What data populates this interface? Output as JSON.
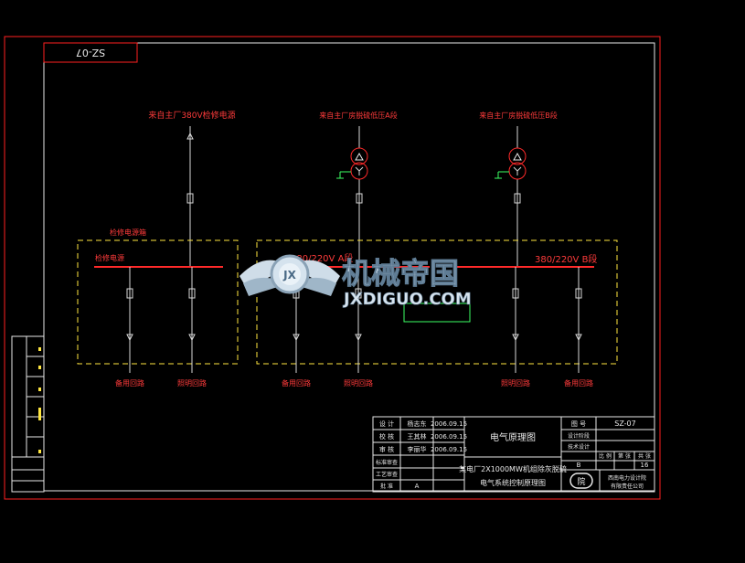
{
  "drawing": {
    "code_corner": "SZ-07",
    "feeds": [
      {
        "label": "来自主厂380V检修电源"
      },
      {
        "label": "来自主厂房脱硫低压A段"
      },
      {
        "label": "来自主厂房脱硫低压B段"
      }
    ],
    "bus_sections": [
      {
        "label": "检修电源",
        "group_label": "检修电源箱"
      },
      {
        "label": "380/220V A段"
      },
      {
        "label": "380/220V B段"
      }
    ],
    "outgoing": [
      "备用回路",
      "照明回路",
      "备用回路",
      "照明回路",
      "照明回路",
      "备用回路"
    ],
    "watermark": {
      "cn": "机械帝国",
      "en": "JXDIGUO.COM",
      "badge": "JX"
    }
  },
  "title_block": {
    "rows": [
      {
        "role": "设 计",
        "name": "杨志东",
        "date": "2006.09.15"
      },
      {
        "role": "校 核",
        "name": "王其林",
        "date": "2006.09.15"
      },
      {
        "role": "审 核",
        "name": "李丽华",
        "date": "2006.09.15"
      },
      {
        "role": "标准审查",
        "name": "",
        "date": ""
      },
      {
        "role": "工艺审查",
        "name": "",
        "date": ""
      },
      {
        "role": "批 准",
        "name": "A",
        "date": ""
      }
    ],
    "drawing_title": "电气原理图",
    "project_line1": "某电厂2X1000MW机组除灰脱硫",
    "project_line2": "电气系统控制原理图",
    "drawing_no_label": "图 号",
    "drawing_no": "SZ-07",
    "field_a": "设计阶段",
    "field_b": "技术设计",
    "scale_label": "比 例",
    "scale_value": "",
    "sheet_label": "第 张",
    "sheet_value": "B",
    "total_label": "共 张",
    "total_value": "16",
    "company_line1": "西南电力设计院",
    "company_line2": "有限责任公司",
    "logo_text": "院"
  },
  "colors": {
    "border_red": "#ff2020",
    "frame_white": "#e8e8e8",
    "bus_red": "#ff2a2a",
    "dash_yellow": "#ffe640",
    "wire_white": "#d8d8d8",
    "wire_green": "#3cff63"
  }
}
